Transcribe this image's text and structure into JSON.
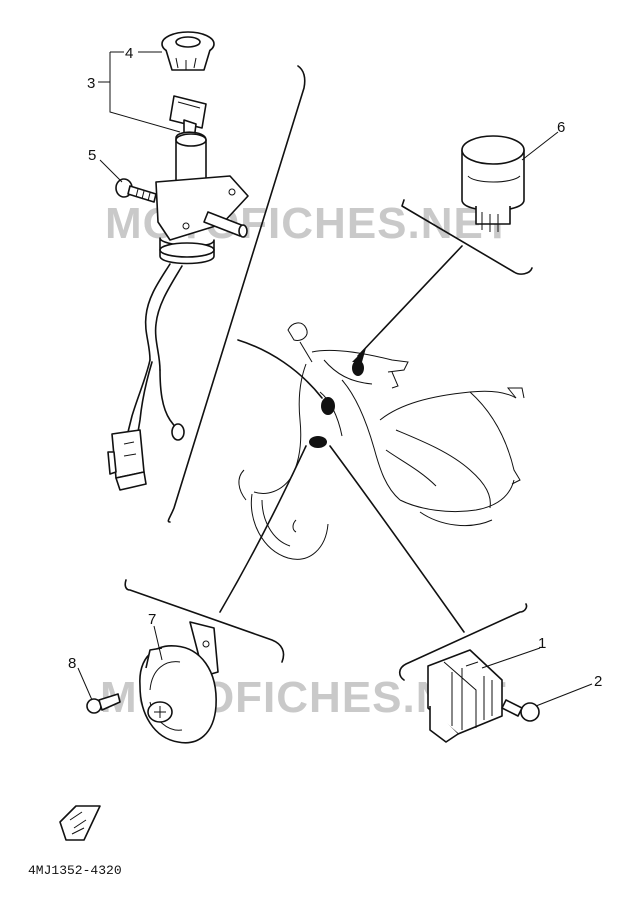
{
  "watermark": "MOTOFICHES.NET",
  "diagram_code": "4MJ1352-4320",
  "callouts": {
    "c1": "1",
    "c2": "2",
    "c3": "3",
    "c4": "4",
    "c5": "5",
    "c6": "6",
    "c7": "7",
    "c8": "8"
  }
}
